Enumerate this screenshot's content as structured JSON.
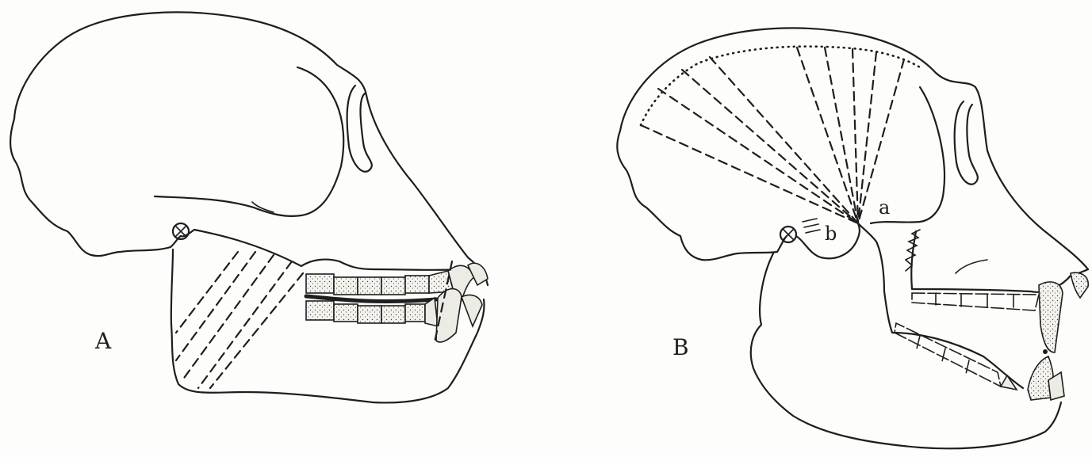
{
  "labels": {
    "panel_a": "A",
    "panel_b": "B",
    "point_a": "a",
    "point_b": "b"
  }
}
